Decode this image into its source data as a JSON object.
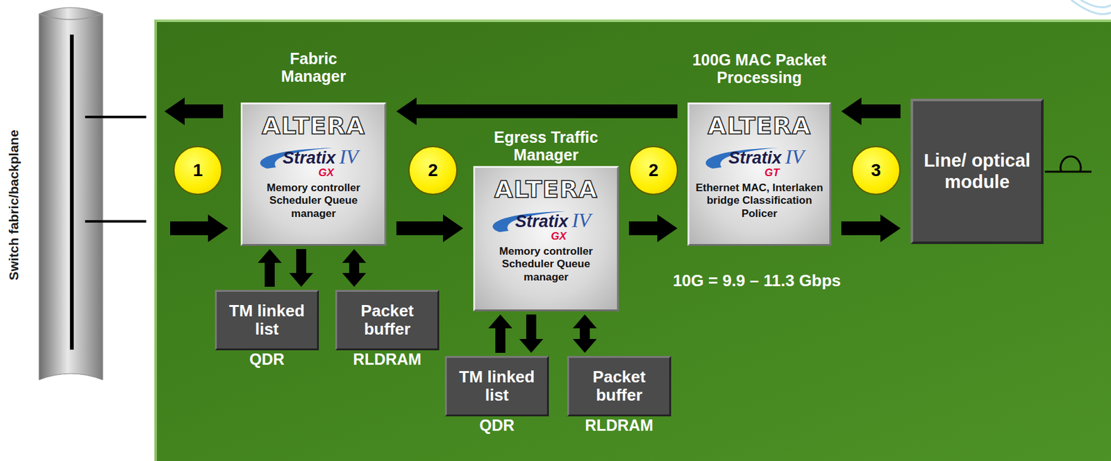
{
  "diagram": {
    "nodes": [
      {
        "text": [
          "1"
        ]
      },
      {
        "text": [
          "Fabric Manager",
          "ALTERA",
          "Stratix",
          "IV",
          "GX",
          "Memory controller Scheduler Queue manager"
        ]
      },
      {
        "text": [
          "2"
        ]
      },
      {
        "text": [
          "Egress Traffic Manager",
          "ALTERA",
          "Stratix",
          "IV",
          "GX",
          "Memory controller Scheduler Queue manager"
        ]
      },
      {
        "text": [
          "2"
        ]
      },
      {
        "text": [
          "100G MAC Packet Processing",
          "ALTERA",
          "Stratix",
          "IV",
          "GT",
          "Ethernet MAC, Interlaken bridge Classification Policer"
        ]
      },
      {
        "text": [
          "3"
        ]
      },
      {
        "text": [
          "Line/ optical module"
        ]
      },
      {
        "text": [
          "TM linked list",
          "QDR"
        ]
      },
      {
        "text": [
          "Packet buffer",
          "RLDRAM"
        ]
      },
      {
        "text": [
          "TM linked list",
          "QDR"
        ]
      },
      {
        "text": [
          "Packet buffer",
          "RLDRAM"
        ]
      }
    ],
    "edges": [
      {
        "from": 5,
        "to": 1,
        "arrow": "to"
      },
      {
        "from": 7,
        "to": 5,
        "arrow": "to"
      },
      {
        "from": 1,
        "to": 3,
        "arrow": "to"
      },
      {
        "from": 3,
        "to": 5,
        "arrow": "to"
      },
      {
        "from": 5,
        "to": 7,
        "arrow": "to"
      },
      {
        "from": 8,
        "to": 1,
        "arrow": "to"
      },
      {
        "from": 1,
        "to": 8,
        "arrow": "to"
      },
      {
        "from": 1,
        "to": 9,
        "arrow": "both"
      },
      {
        "from": 10,
        "to": 3,
        "arrow": "to"
      },
      {
        "from": 3,
        "to": 10,
        "arrow": "to"
      },
      {
        "from": 3,
        "to": 11,
        "arrow": "both"
      }
    ],
    "labels": [
      "Switch fabric/backplane",
      "10G = 9.9 – 11.3 Gbps"
    ]
  }
}
